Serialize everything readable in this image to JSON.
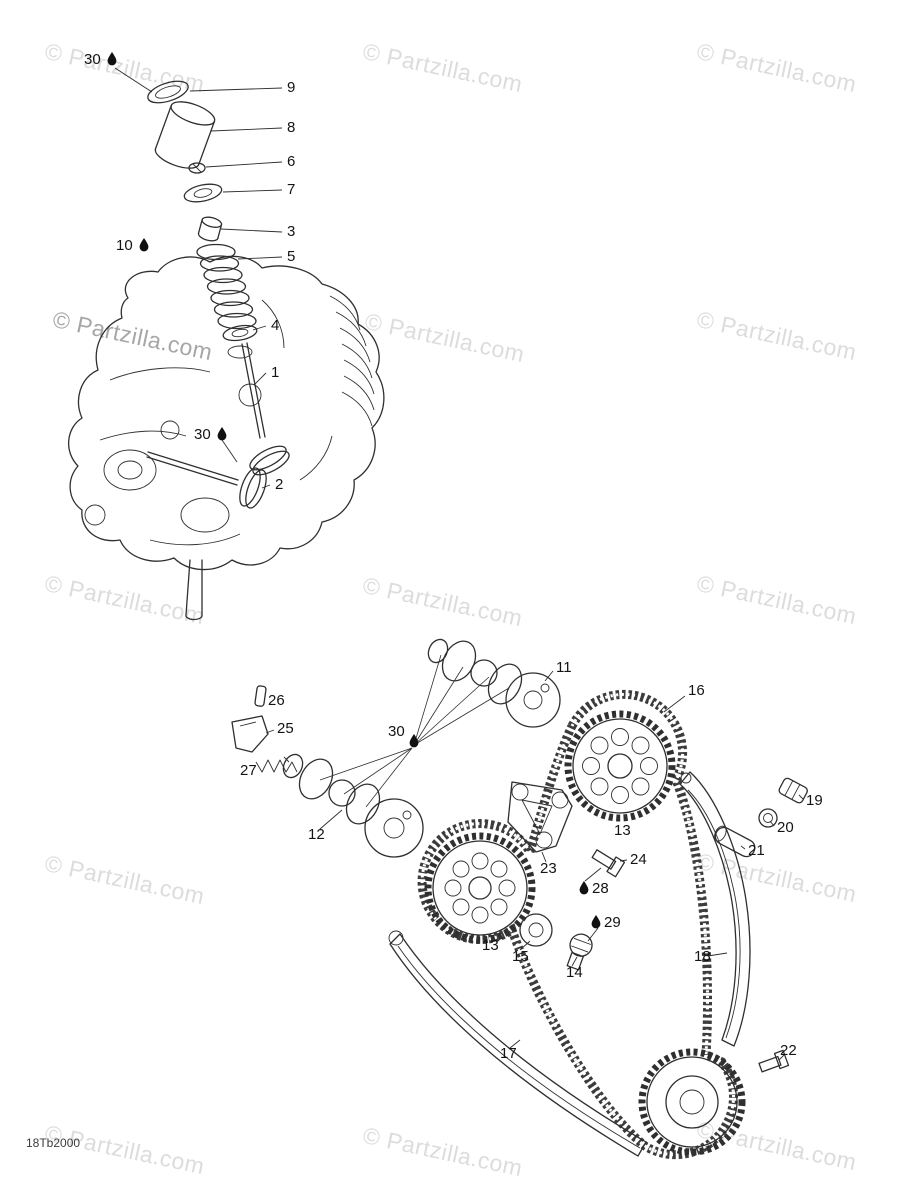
{
  "watermark": {
    "text": "© Partzilla.com"
  },
  "diagram_code": "18Tb2000",
  "icons": {
    "oil_drop": "💧"
  },
  "labels": {
    "n1": "1",
    "n2": "2",
    "n3": "3",
    "n4": "4",
    "n5": "5",
    "n6": "6",
    "n7": "7",
    "n8": "8",
    "n9": "9",
    "n10": "10",
    "n11": "11",
    "n12": "12",
    "n13": "13",
    "n14": "14",
    "n15": "15",
    "n16": "16",
    "n17": "17",
    "n18": "18",
    "n19": "19",
    "n20": "20",
    "n21": "21",
    "n22": "22",
    "n23": "23",
    "n24": "24",
    "n25": "25",
    "n26": "26",
    "n27": "27",
    "n28": "28",
    "n29": "29",
    "n30": "30"
  }
}
